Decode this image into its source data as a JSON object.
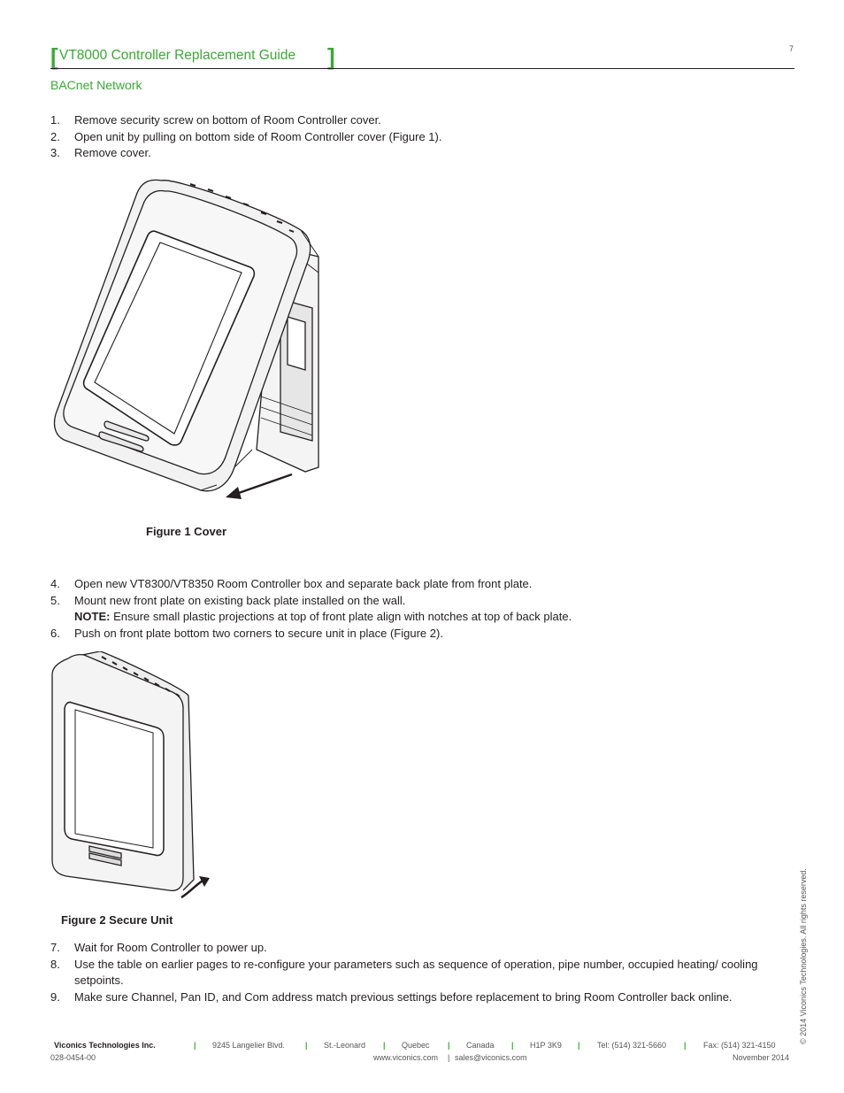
{
  "header": {
    "bracket_left": "[",
    "title": "VT8000 Controller Replacement Guide",
    "bracket_right": "]",
    "page_number": "7"
  },
  "section_title": "BACnet Network",
  "steps_a": [
    {
      "num": "1.",
      "text": "Remove security screw on bottom of Room Controller cover."
    },
    {
      "num": "2.",
      "text": "Open unit by pulling on bottom side of Room Controller cover (Figure 1)."
    },
    {
      "num": "3.",
      "text": "Remove cover."
    }
  ],
  "figure1_caption": "Figure 1 Cover",
  "steps_b": [
    {
      "num": "4.",
      "text": "Open new VT8300/VT8350 Room Controller box and separate back plate from front plate."
    },
    {
      "num": "5.",
      "text": "Mount new front plate on existing back plate installed on the wall."
    }
  ],
  "note": {
    "label": "NOTE:",
    "text": " Ensure small plastic projections at top of front plate align with notches at top of back plate."
  },
  "step6": {
    "num": "6.",
    "text": "Push on front plate bottom two corners to secure unit in place (Figure 2)."
  },
  "figure2_caption": "Figure 2 Secure Unit",
  "steps_c": [
    {
      "num": "7.",
      "text": "Wait for Room Controller to power up."
    },
    {
      "num": "8.",
      "text": "Use the table on earlier pages to re-configure your parameters such as sequence of operation, pipe number, occupied heating/ cooling setpoints."
    },
    {
      "num": "9.",
      "text": "Make sure Channel, Pan ID, and Com address match previous settings before replacement to bring Room Controller back online."
    }
  ],
  "footer": {
    "company": "Viconics Technologies Inc.",
    "separator": "|",
    "address": "9245 Langelier Blvd.",
    "city": "St.-Leonard",
    "province": "Quebec",
    "country": "Canada",
    "postal": "H1P 3K9",
    "tel": "Tel: (514) 321-5660",
    "fax": "Fax: (514) 321-4150",
    "doc_number": "028-0454-00",
    "website": "www.viconics.com",
    "email": "sales@viconics.com",
    "date": "November 2014",
    "copyright": "© 2014 Viconics Technologies. All rights reserved."
  },
  "colors": {
    "accent": "#3aaa35",
    "text": "#231f20"
  }
}
